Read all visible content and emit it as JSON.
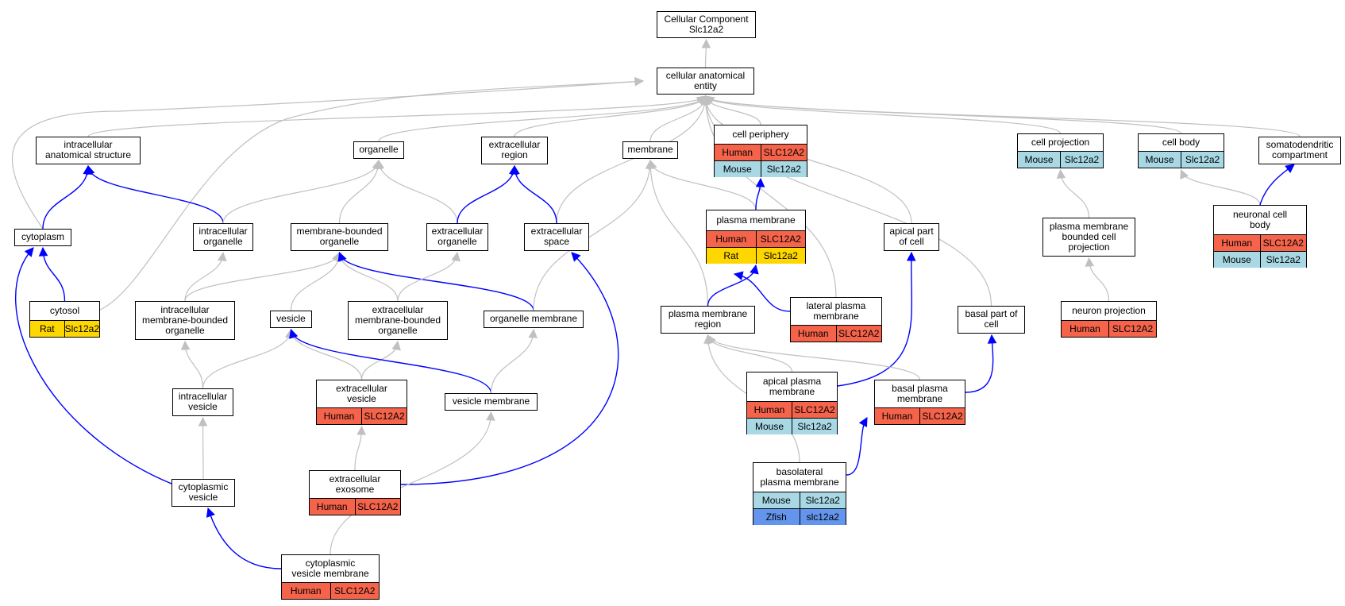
{
  "colors": {
    "Human": "#f4634a",
    "Mouse": "#a8d8e4",
    "Rat": "#ffd700",
    "Zfish": "#6495ed",
    "gray_edge": "#c0c0c0",
    "blue_edge": "#0000ff"
  },
  "nodes": [
    {
      "id": "root",
      "label": "Cellular Component\nSlc12a2",
      "rows": []
    },
    {
      "id": "cae",
      "label": "cellular anatomical\nentity",
      "rows": []
    },
    {
      "id": "ias",
      "label": "intracellular\nanatomical structure",
      "rows": []
    },
    {
      "id": "org",
      "label": "organelle",
      "rows": []
    },
    {
      "id": "exr",
      "label": "extracellular\nregion",
      "rows": []
    },
    {
      "id": "mem",
      "label": "membrane",
      "rows": []
    },
    {
      "id": "cper",
      "label": "cell periphery",
      "rows": [
        {
          "sp": "Human",
          "gene": "SLC12A2"
        },
        {
          "sp": "Mouse",
          "gene": "Slc12a2"
        }
      ]
    },
    {
      "id": "cproj",
      "label": "cell projection",
      "rows": [
        {
          "sp": "Mouse",
          "gene": "Slc12a2"
        }
      ]
    },
    {
      "id": "cbody",
      "label": "cell body",
      "rows": [
        {
          "sp": "Mouse",
          "gene": "Slc12a2"
        }
      ]
    },
    {
      "id": "soma",
      "label": "somatodendritic\ncompartment",
      "rows": []
    },
    {
      "id": "cyto",
      "label": "cytoplasm",
      "rows": []
    },
    {
      "id": "iorg",
      "label": "intracellular\norganelle",
      "rows": []
    },
    {
      "id": "mbo",
      "label": "membrane-bounded\norganelle",
      "rows": []
    },
    {
      "id": "exorg",
      "label": "extracellular\norganelle",
      "rows": []
    },
    {
      "id": "exsp",
      "label": "extracellular\nspace",
      "rows": []
    },
    {
      "id": "pm",
      "label": "plasma membrane",
      "rows": [
        {
          "sp": "Human",
          "gene": "SLC12A2"
        },
        {
          "sp": "Rat",
          "gene": "Slc12a2"
        }
      ]
    },
    {
      "id": "apc",
      "label": "apical part\nof cell",
      "rows": []
    },
    {
      "id": "pmbcp",
      "label": "plasma membrane\nbounded cell\nprojection",
      "rows": []
    },
    {
      "id": "ncb",
      "label": "neuronal cell\nbody",
      "rows": [
        {
          "sp": "Human",
          "gene": "SLC12A2"
        },
        {
          "sp": "Mouse",
          "gene": "Slc12a2"
        }
      ]
    },
    {
      "id": "cytosol",
      "label": "cytosol",
      "rows": [
        {
          "sp": "Rat",
          "gene": "Slc12a2"
        }
      ]
    },
    {
      "id": "imbo",
      "label": "intracellular\nmembrane-bounded\norganelle",
      "rows": []
    },
    {
      "id": "ves",
      "label": "vesicle",
      "rows": []
    },
    {
      "id": "exmbo",
      "label": "extracellular\nmembrane-bounded\norganelle",
      "rows": []
    },
    {
      "id": "orgmem",
      "label": "organelle membrane",
      "rows": []
    },
    {
      "id": "pmr",
      "label": "plasma membrane\nregion",
      "rows": []
    },
    {
      "id": "lpm",
      "label": "lateral plasma\nmembrane",
      "rows": [
        {
          "sp": "Human",
          "gene": "SLC12A2"
        }
      ]
    },
    {
      "id": "bpc",
      "label": "basal part of\ncell",
      "rows": []
    },
    {
      "id": "nproj",
      "label": "neuron projection",
      "rows": [
        {
          "sp": "Human",
          "gene": "SLC12A2"
        }
      ]
    },
    {
      "id": "iv",
      "label": "intracellular\nvesicle",
      "rows": []
    },
    {
      "id": "exves",
      "label": "extracellular\nvesicle",
      "rows": [
        {
          "sp": "Human",
          "gene": "SLC12A2"
        }
      ]
    },
    {
      "id": "vm",
      "label": "vesicle membrane",
      "rows": []
    },
    {
      "id": "apm",
      "label": "apical plasma\nmembrane",
      "rows": [
        {
          "sp": "Human",
          "gene": "SLC12A2"
        },
        {
          "sp": "Mouse",
          "gene": "Slc12a2"
        }
      ]
    },
    {
      "id": "bpm",
      "label": "basal plasma\nmembrane",
      "rows": [
        {
          "sp": "Human",
          "gene": "SLC12A2"
        }
      ]
    },
    {
      "id": "cv",
      "label": "cytoplasmic\nvesicle",
      "rows": []
    },
    {
      "id": "exo",
      "label": "extracellular\nexosome",
      "rows": [
        {
          "sp": "Human",
          "gene": "SLC12A2"
        }
      ]
    },
    {
      "id": "blpm",
      "label": "basolateral\nplasma membrane",
      "rows": [
        {
          "sp": "Mouse",
          "gene": "Slc12a2"
        },
        {
          "sp": "Zfish",
          "gene": "slc12a2"
        }
      ]
    },
    {
      "id": "cvm",
      "label": "cytoplasmic\nvesicle membrane",
      "rows": [
        {
          "sp": "Human",
          "gene": "SLC12A2"
        }
      ]
    }
  ],
  "edges": [
    {
      "from": "cae",
      "to": "root",
      "kind": "is_a"
    },
    {
      "from": "ias",
      "to": "cae",
      "kind": "is_a"
    },
    {
      "from": "org",
      "to": "cae",
      "kind": "is_a"
    },
    {
      "from": "exr",
      "to": "cae",
      "kind": "is_a"
    },
    {
      "from": "mem",
      "to": "cae",
      "kind": "is_a"
    },
    {
      "from": "cper",
      "to": "cae",
      "kind": "is_a"
    },
    {
      "from": "cproj",
      "to": "cae",
      "kind": "is_a"
    },
    {
      "from": "cbody",
      "to": "cae",
      "kind": "is_a"
    },
    {
      "from": "soma",
      "to": "cae",
      "kind": "is_a"
    },
    {
      "from": "cyto",
      "to": "cae",
      "kind": "is_a"
    },
    {
      "from": "cytosol",
      "to": "cae",
      "kind": "is_a"
    },
    {
      "from": "exsp",
      "to": "cae",
      "kind": "is_a"
    },
    {
      "from": "apc",
      "to": "cae",
      "kind": "is_a"
    },
    {
      "from": "bpc",
      "to": "cae",
      "kind": "is_a"
    },
    {
      "from": "lpm",
      "to": "cae",
      "kind": "is_a"
    },
    {
      "from": "cyto",
      "to": "ias",
      "kind": "part_of"
    },
    {
      "from": "iorg",
      "to": "ias",
      "kind": "part_of"
    },
    {
      "from": "cytosol",
      "to": "cyto",
      "kind": "part_of"
    },
    {
      "from": "cv",
      "to": "cyto",
      "kind": "part_of"
    },
    {
      "from": "iorg",
      "to": "org",
      "kind": "is_a"
    },
    {
      "from": "mbo",
      "to": "org",
      "kind": "is_a"
    },
    {
      "from": "exorg",
      "to": "org",
      "kind": "is_a"
    },
    {
      "from": "exorg",
      "to": "exr",
      "kind": "part_of"
    },
    {
      "from": "exsp",
      "to": "exr",
      "kind": "part_of"
    },
    {
      "from": "imbo",
      "to": "iorg",
      "kind": "is_a"
    },
    {
      "from": "imbo",
      "to": "mbo",
      "kind": "is_a"
    },
    {
      "from": "ves",
      "to": "mbo",
      "kind": "is_a"
    },
    {
      "from": "exmbo",
      "to": "mbo",
      "kind": "is_a"
    },
    {
      "from": "orgmem",
      "to": "mbo",
      "kind": "part_of"
    },
    {
      "from": "exmbo",
      "to": "exorg",
      "kind": "is_a"
    },
    {
      "from": "exo",
      "to": "exsp",
      "kind": "part_of"
    },
    {
      "from": "pm",
      "to": "mem",
      "kind": "is_a"
    },
    {
      "from": "orgmem",
      "to": "mem",
      "kind": "is_a"
    },
    {
      "from": "pmr",
      "to": "mem",
      "kind": "is_a"
    },
    {
      "from": "pm",
      "to": "cper",
      "kind": "part_of"
    },
    {
      "from": "pmr",
      "to": "pm",
      "kind": "part_of"
    },
    {
      "from": "lpm",
      "to": "pm",
      "kind": "part_of"
    },
    {
      "from": "apm",
      "to": "apc",
      "kind": "part_of"
    },
    {
      "from": "apm",
      "to": "pmr",
      "kind": "is_a"
    },
    {
      "from": "bpm",
      "to": "pmr",
      "kind": "is_a"
    },
    {
      "from": "blpm",
      "to": "pmr",
      "kind": "is_a"
    },
    {
      "from": "blpm",
      "to": "bpm",
      "kind": "part_of"
    },
    {
      "from": "bpm",
      "to": "bpc",
      "kind": "part_of"
    },
    {
      "from": "pmbcp",
      "to": "cproj",
      "kind": "is_a"
    },
    {
      "from": "nproj",
      "to": "pmbcp",
      "kind": "is_a"
    },
    {
      "from": "ncb",
      "to": "cbody",
      "kind": "is_a"
    },
    {
      "from": "ncb",
      "to": "soma",
      "kind": "part_of"
    },
    {
      "from": "iv",
      "to": "imbo",
      "kind": "is_a"
    },
    {
      "from": "iv",
      "to": "ves",
      "kind": "is_a"
    },
    {
      "from": "exves",
      "to": "ves",
      "kind": "is_a"
    },
    {
      "from": "exves",
      "to": "exmbo",
      "kind": "is_a"
    },
    {
      "from": "vm",
      "to": "ves",
      "kind": "part_of"
    },
    {
      "from": "vm",
      "to": "orgmem",
      "kind": "is_a"
    },
    {
      "from": "cv",
      "to": "iv",
      "kind": "is_a"
    },
    {
      "from": "exo",
      "to": "exves",
      "kind": "is_a"
    },
    {
      "from": "cvm",
      "to": "cv",
      "kind": "part_of"
    },
    {
      "from": "cvm",
      "to": "vm",
      "kind": "is_a"
    }
  ]
}
